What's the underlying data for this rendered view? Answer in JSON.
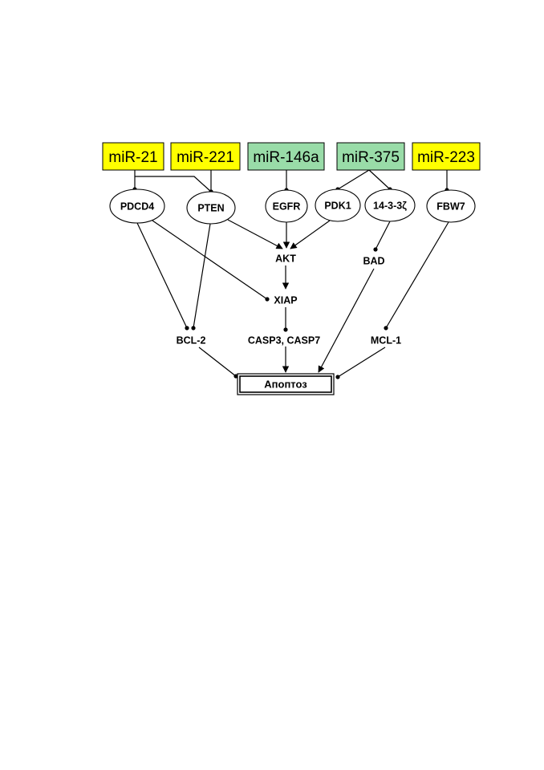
{
  "colors": {
    "oncomir": "#ffff00",
    "suppressor_mir": "#99dca8",
    "line": "#000000",
    "background": "#ffffff"
  },
  "mirnas": [
    {
      "id": "mir21",
      "label": "miR-21",
      "color": "#ffff00"
    },
    {
      "id": "mir221",
      "label": "miR-221",
      "color": "#ffff00"
    },
    {
      "id": "mir146a",
      "label": "miR-146a",
      "color": "#99dca8"
    },
    {
      "id": "mir375",
      "label": "miR-375",
      "color": "#99dca8"
    },
    {
      "id": "mir223",
      "label": "miR-223",
      "color": "#ffff00"
    }
  ],
  "targets": [
    {
      "id": "pdcd4",
      "label": "PDCD4"
    },
    {
      "id": "pten",
      "label": "PTEN"
    },
    {
      "id": "egfr",
      "label": "EGFR"
    },
    {
      "id": "pdk1",
      "label": "PDK1"
    },
    {
      "id": "ywhaz",
      "label": "14-3-3ζ"
    },
    {
      "id": "fbw7",
      "label": "FBW7"
    }
  ],
  "effectors": [
    {
      "id": "akt",
      "label": "AKT"
    },
    {
      "id": "xiap",
      "label": "XIAP"
    },
    {
      "id": "bad",
      "label": "BAD"
    },
    {
      "id": "bcl2",
      "label": "BCL-2"
    },
    {
      "id": "casp",
      "label": "CASP3, CASP7"
    },
    {
      "id": "mcl1",
      "label": "MCL-1"
    }
  ],
  "outcome": {
    "id": "apoptosis",
    "label": "Апоптоз"
  },
  "edges": [
    {
      "from": "mir21",
      "to": "pdcd4",
      "type": "inhibition"
    },
    {
      "from": "mir21",
      "to": "pten",
      "type": "inhibition"
    },
    {
      "from": "mir221",
      "to": "pten",
      "type": "inhibition"
    },
    {
      "from": "mir146a",
      "to": "egfr",
      "type": "inhibition"
    },
    {
      "from": "mir375",
      "to": "pdk1",
      "type": "inhibition"
    },
    {
      "from": "mir375",
      "to": "ywhaz",
      "type": "inhibition"
    },
    {
      "from": "mir223",
      "to": "fbw7",
      "type": "inhibition"
    },
    {
      "from": "pten",
      "to": "akt",
      "type": "activation"
    },
    {
      "from": "egfr",
      "to": "akt",
      "type": "activation"
    },
    {
      "from": "pdk1",
      "to": "akt",
      "type": "activation"
    },
    {
      "from": "pdcd4",
      "to": "xiap",
      "type": "inhibition"
    },
    {
      "from": "pdcd4",
      "to": "bcl2",
      "type": "inhibition"
    },
    {
      "from": "pten",
      "to": "bcl2",
      "type": "inhibition"
    },
    {
      "from": "ywhaz",
      "to": "bad",
      "type": "inhibition"
    },
    {
      "from": "fbw7",
      "to": "mcl1",
      "type": "inhibition"
    },
    {
      "from": "akt",
      "to": "xiap",
      "type": "activation"
    },
    {
      "from": "xiap",
      "to": "casp",
      "type": "inhibition"
    },
    {
      "from": "bcl2",
      "to": "apoptosis",
      "type": "inhibition"
    },
    {
      "from": "casp",
      "to": "apoptosis",
      "type": "activation"
    },
    {
      "from": "bad",
      "to": "apoptosis",
      "type": "activation"
    },
    {
      "from": "mcl1",
      "to": "apoptosis",
      "type": "inhibition"
    }
  ]
}
